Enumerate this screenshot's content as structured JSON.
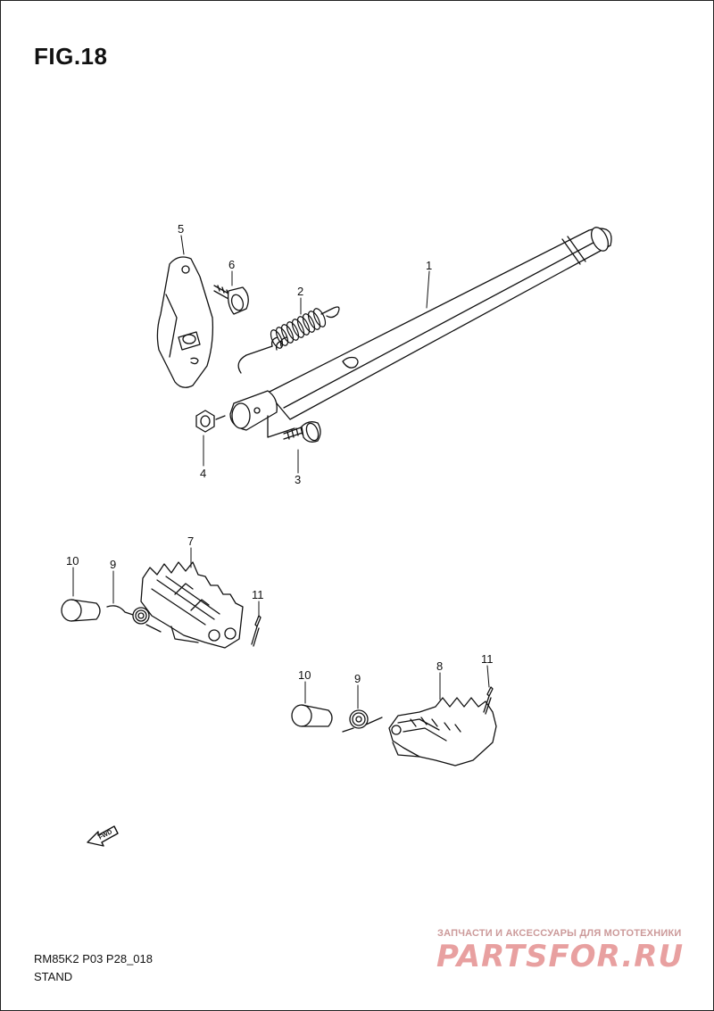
{
  "figure": {
    "title": "FIG.18"
  },
  "callouts": {
    "part_1": "1",
    "part_2": "2",
    "part_3": "3",
    "part_4": "4",
    "part_5": "5",
    "part_6": "6",
    "part_7": "7",
    "part_8": "8",
    "part_9_left": "9",
    "part_9_right": "9",
    "part_10_left": "10",
    "part_10_right": "10",
    "part_11_left": "11",
    "part_11_right": "11"
  },
  "fwd_arrow_label": "FWD",
  "footer": {
    "model_code": "RM85K2 P03 P28_018",
    "section_name": "STAND"
  },
  "watermark": {
    "tagline": "ЗАПЧАСТИ И АКСЕССУАРЫ ДЛЯ МОТОТЕХНИКИ",
    "brand": "PARTSFOR.RU"
  }
}
